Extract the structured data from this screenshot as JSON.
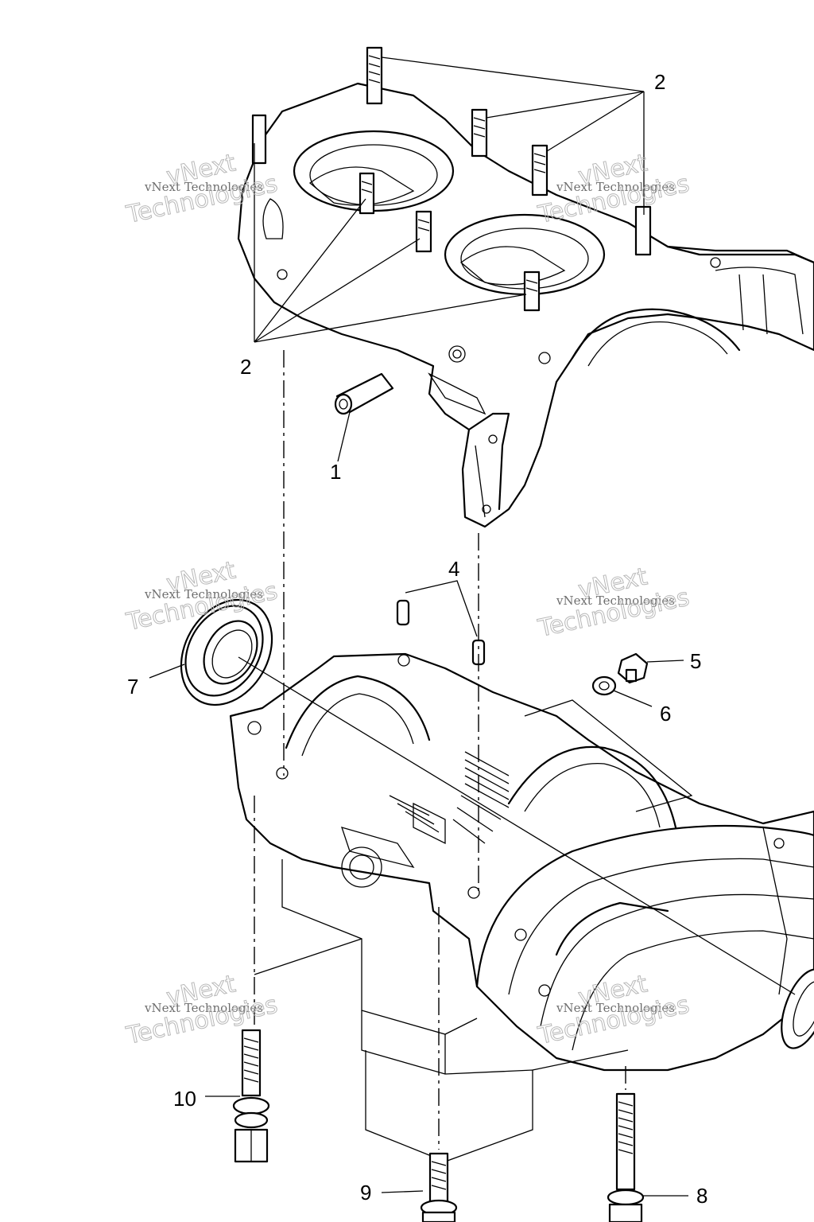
{
  "diagram": {
    "callouts": [
      {
        "id": "c1",
        "label": "1"
      },
      {
        "id": "c2a",
        "label": "2"
      },
      {
        "id": "c2b",
        "label": "2"
      },
      {
        "id": "c4",
        "label": "4"
      },
      {
        "id": "c5",
        "label": "5"
      },
      {
        "id": "c6",
        "label": "6"
      },
      {
        "id": "c7",
        "label": "7"
      },
      {
        "id": "c8",
        "label": "8"
      },
      {
        "id": "c9",
        "label": "9"
      },
      {
        "id": "c10",
        "label": "10"
      }
    ],
    "watermark": {
      "line1": "vNext Technologies",
      "line2": "vNext",
      "line3": "Technologies"
    }
  }
}
